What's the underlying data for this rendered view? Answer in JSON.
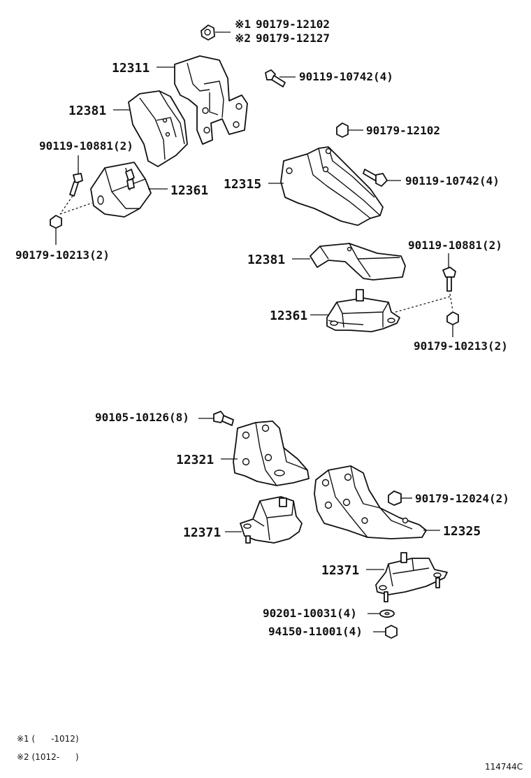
{
  "labels": {
    "note1_marker": "※1",
    "nut_90179_12102_top": "90179-12102",
    "note2_marker": "※2",
    "nut_90179_12127": "90179-12127",
    "bolt_90119_10742_top": "90119-10742(4)",
    "part_12311": "12311",
    "part_12381_left": "12381",
    "bolt_90119_10881_left": "90119-10881(2)",
    "part_12361_left": "12361",
    "nut_90179_10213_left": "90179-10213(2)",
    "nut_90179_12102_right": "90179-12102",
    "part_12315": "12315",
    "bolt_90119_10742_right": "90119-10742(4)",
    "part_12381_right": "12381",
    "bolt_90119_10881_right": "90119-10881(2)",
    "part_12361_right": "12361",
    "nut_90179_10213_right": "90179-10213(2)",
    "bolt_90105_10126": "90105-10126(8)",
    "part_12321": "12321",
    "nut_90179_12024": "90179-12024(2)",
    "part_12371_left": "12371",
    "part_12325": "12325",
    "part_12371_right": "12371",
    "washer_90201_10031": "90201-10031(4)",
    "nut_94150_11001": "94150-11001(4)"
  },
  "footnotes": {
    "note1": "※1 (      -1012)",
    "note2": "※2 (1012-      )"
  },
  "figure_id": "114744C"
}
